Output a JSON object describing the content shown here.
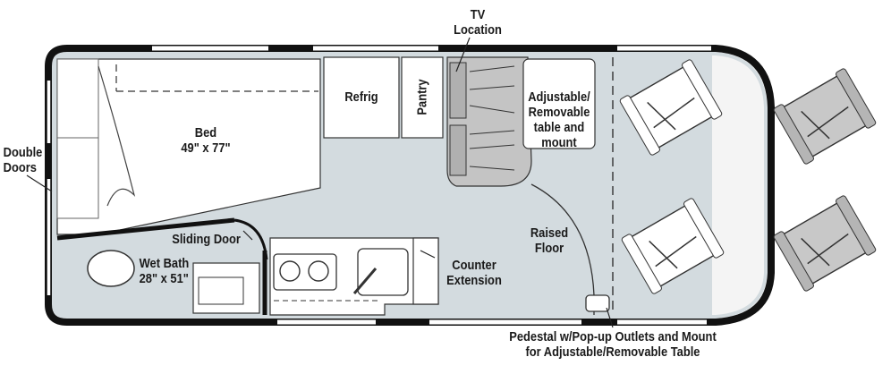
{
  "floorplan": {
    "labels": {
      "tv_location_line1": "TV",
      "tv_location_line2": "Location",
      "refrig": "Refrig",
      "pantry": "Pantry",
      "table_line1": "Adjustable/",
      "table_line2": "Removable",
      "table_line3": "table and",
      "table_line4": "mount",
      "bed_line1": "Bed",
      "bed_line2": "49\" x 77\"",
      "double_doors_line1": "Double",
      "double_doors_line2": "Doors",
      "sliding_door": "Sliding Door",
      "wet_bath_line1": "Wet Bath",
      "wet_bath_line2": "28\" x 51\"",
      "counter_line1": "Counter",
      "counter_line2": "Extension",
      "raised_floor_line1": "Raised",
      "raised_floor_line2": "Floor",
      "pedestal_line1": "Pedestal w/Pop-up Outlets and Mount",
      "pedestal_line2": "for Adjustable/Removable Table"
    },
    "icons": [
      "bed-icon",
      "refrigerator-icon",
      "pantry-icon",
      "dinette-seat-icon",
      "table-icon",
      "captain-chair-icon",
      "toilet-icon",
      "sink-icon",
      "cooktop-icon",
      "pedestal-icon"
    ],
    "colors": {
      "floor": "#d3dbdf",
      "cabinet": "#ffffff",
      "seat": "#c7c7c7",
      "wall": "#111111",
      "cab_area": "#f2f2f2"
    }
  }
}
